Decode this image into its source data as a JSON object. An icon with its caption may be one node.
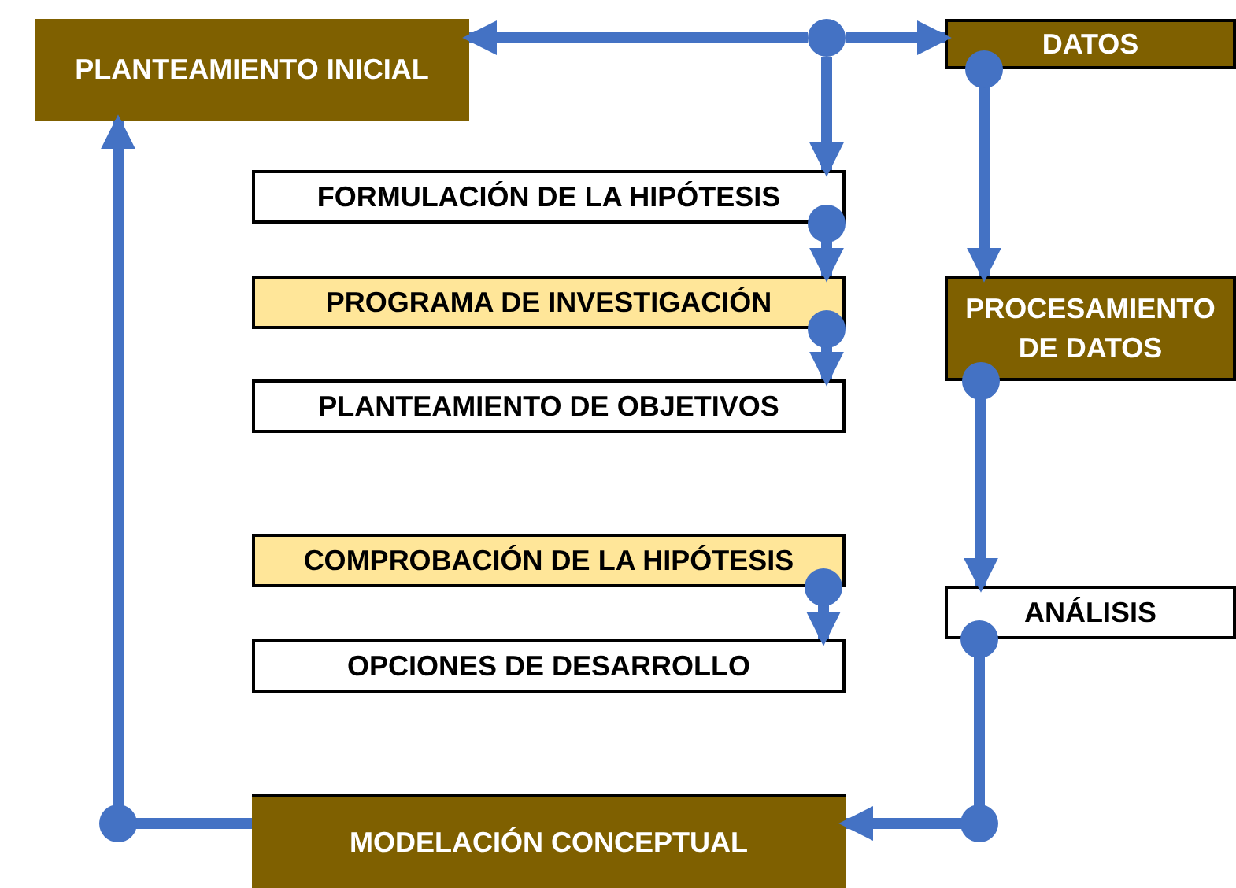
{
  "diagram": {
    "nodes": [
      {
        "text": [
          "PLANTEAMIENTO INICIAL"
        ]
      },
      {
        "text": [
          "DATOS"
        ]
      },
      {
        "text": [
          "FORMULACIÓN DE LA HIPÓTESIS"
        ]
      },
      {
        "text": [
          "PROGRAMA DE INVESTIGACIÓN"
        ]
      },
      {
        "text": [
          "PLANTEAMIENTO DE OBJETIVOS"
        ]
      },
      {
        "text": [
          "PROCESAMIENTO DE DATOS"
        ]
      },
      {
        "text": [
          "COMPROBACIÓN DE LA HIPÓTESIS"
        ]
      },
      {
        "text": [
          "ANÁLISIS"
        ]
      },
      {
        "text": [
          "OPCIONES DE DESARROLLO"
        ]
      },
      {
        "text": [
          "MODELACIÓN CONCEPTUAL"
        ]
      },
      {
        "text": [],
        "shape": "circle"
      }
    ],
    "edges": [
      {
        "from": 10,
        "to": 0,
        "arrow": "to"
      },
      {
        "from": 10,
        "to": 1,
        "arrow": "to"
      },
      {
        "from": 10,
        "to": 2,
        "arrow": "to"
      },
      {
        "from": 1,
        "to": 5,
        "arrow": "to"
      },
      {
        "from": 2,
        "to": 3,
        "arrow": "to"
      },
      {
        "from": 3,
        "to": 4,
        "arrow": "to"
      },
      {
        "from": 5,
        "to": 7,
        "arrow": "to"
      },
      {
        "from": 6,
        "to": 8,
        "arrow": "to"
      },
      {
        "from": 7,
        "to": 9,
        "arrow": "to"
      },
      {
        "from": 9,
        "to": 0,
        "arrow": "to"
      }
    ]
  }
}
